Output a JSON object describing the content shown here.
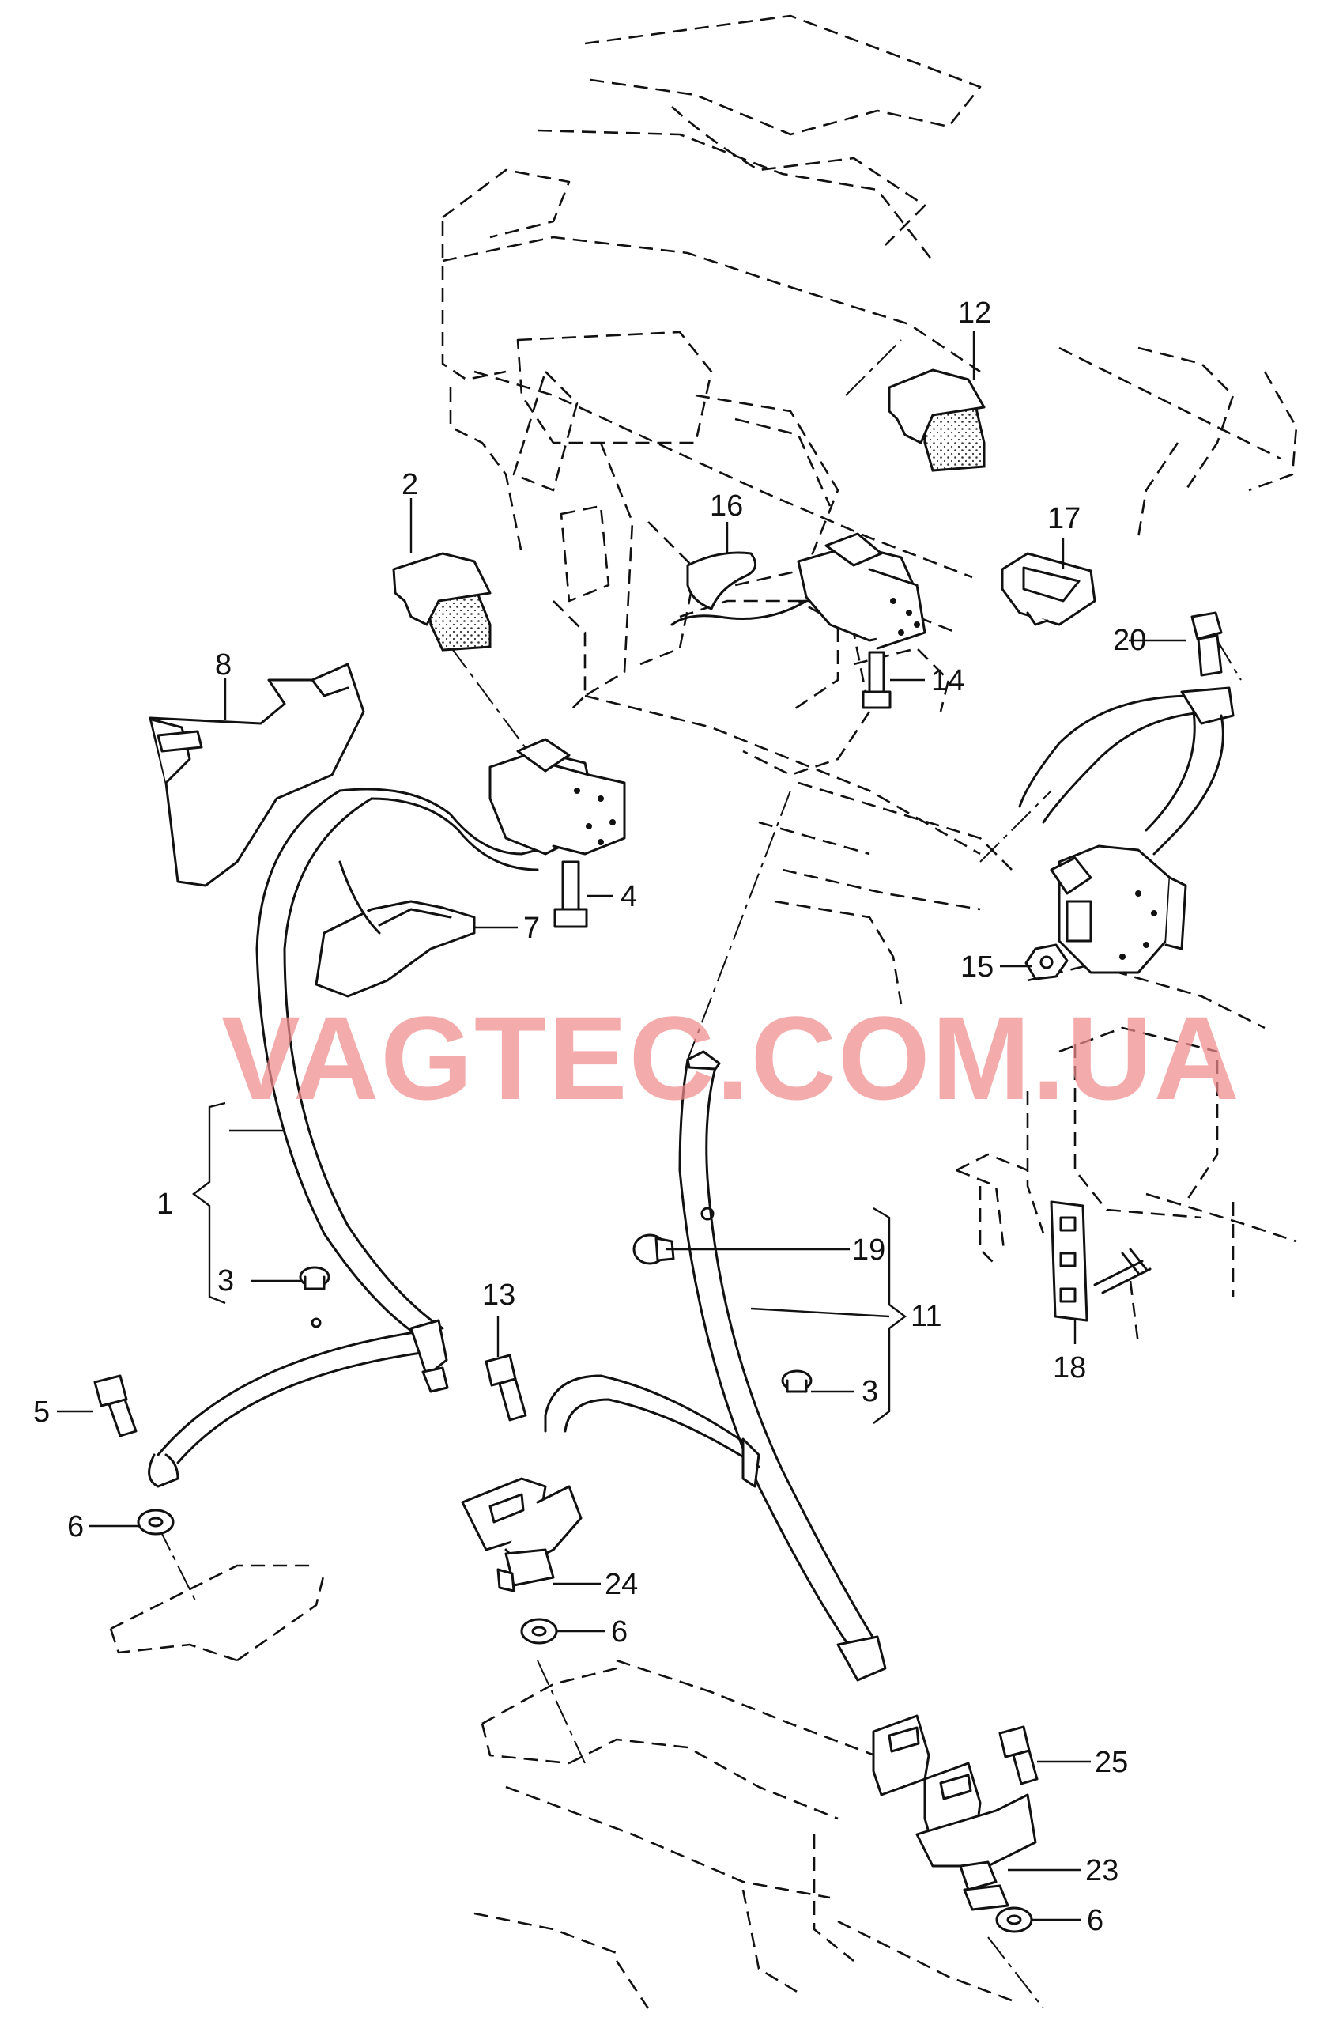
{
  "watermark": "VAGTEC.COM.UA",
  "callouts": {
    "c1": "1",
    "c2": "2",
    "c3a": "3",
    "c3b": "3",
    "c4": "4",
    "c5": "5",
    "c6a": "6",
    "c6b": "6",
    "c6c": "6",
    "c7": "7",
    "c8": "8",
    "c11": "11",
    "c12": "12",
    "c13": "13",
    "c14": "14",
    "c15": "15",
    "c16": "16",
    "c17": "17",
    "c18": "18",
    "c19": "19",
    "c20": "20",
    "c23": "23",
    "c24": "24",
    "c25": "25"
  }
}
